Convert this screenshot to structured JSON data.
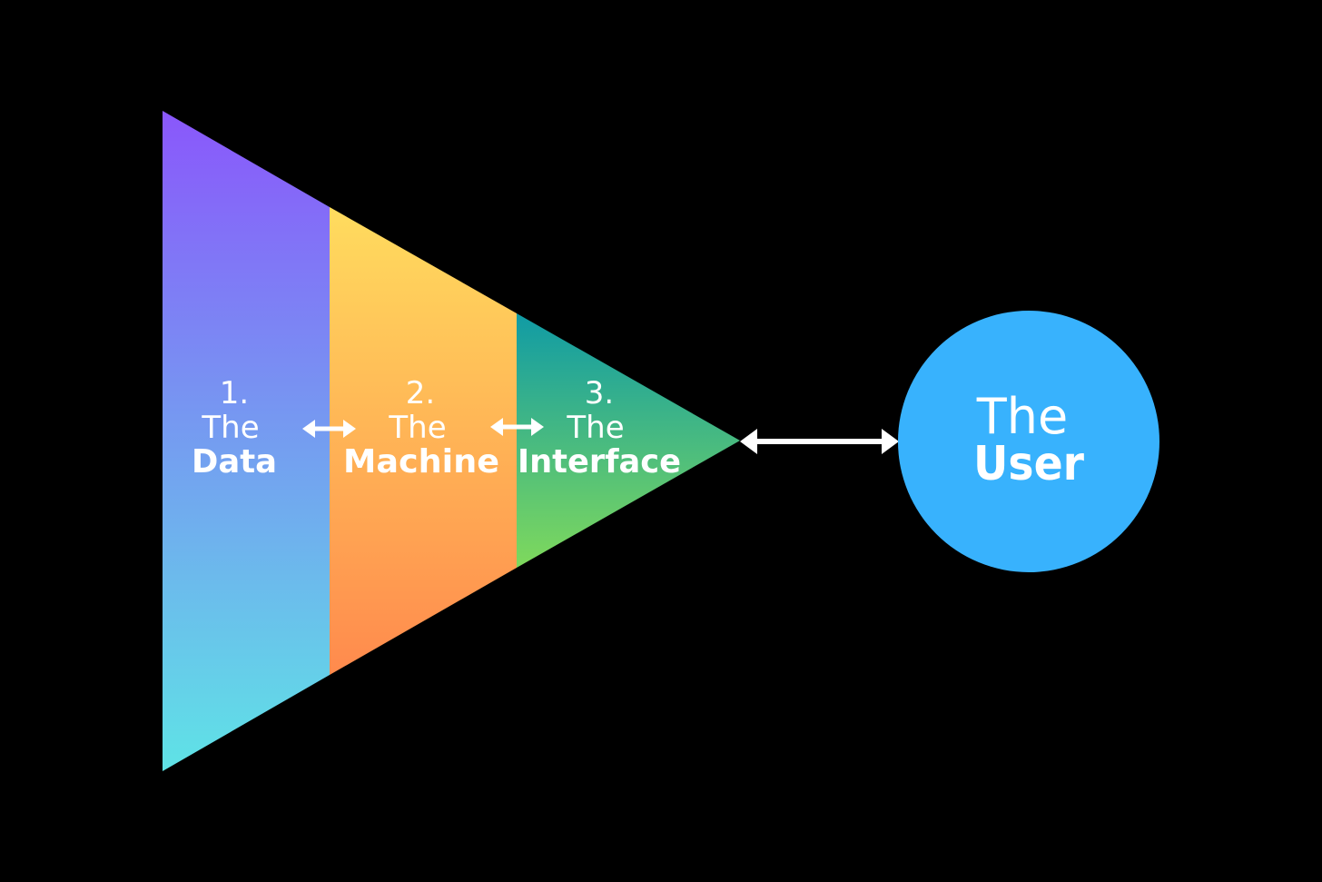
{
  "colors": {
    "background": "#000000",
    "data_gradient": [
      "#8a57fb",
      "#5fe3e6"
    ],
    "machine_gradient": [
      "#ffdc5e",
      "#ff8a4d"
    ],
    "interface_gradient": [
      "#109ba5",
      "#7fd95c"
    ],
    "user_circle": "#38b2fd",
    "arrows": "#ffffff",
    "text": "#ffffff"
  },
  "stages": [
    {
      "number": "1.",
      "the": "The",
      "name": "Data"
    },
    {
      "number": "2.",
      "the": "The",
      "name": "Machine"
    },
    {
      "number": "3.",
      "the": "The",
      "name": "Interface"
    }
  ],
  "user": {
    "the": "The",
    "name": "User"
  },
  "arrows": [
    {
      "from": "Data",
      "to": "Machine",
      "type": "bidirectional"
    },
    {
      "from": "Machine",
      "to": "Interface",
      "type": "bidirectional"
    },
    {
      "from": "Interface",
      "to": "User",
      "type": "bidirectional"
    }
  ]
}
